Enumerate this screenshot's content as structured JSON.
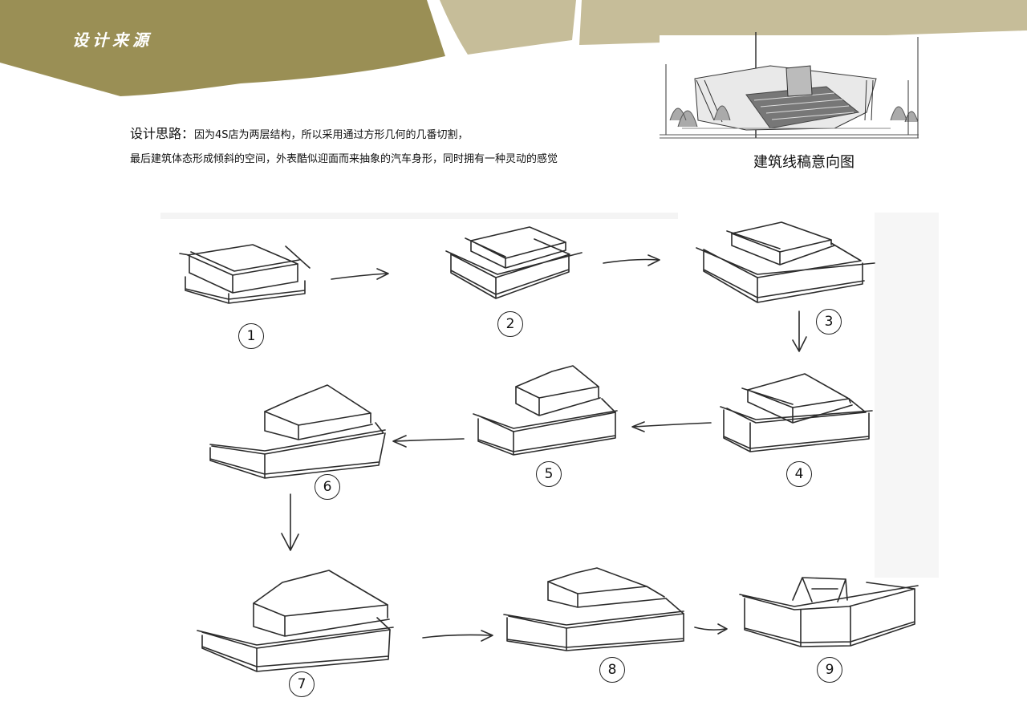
{
  "header": {
    "title": "设计来源"
  },
  "intro": {
    "lead": "设计思路：",
    "line1": "因为4S店为两层结构，所以采用通过方形几何的几番切割，",
    "line2": "最后建筑体态形成倾斜的空间，外表酷似迎面而来抽象的汽车身形，同时拥有一种灵动的感觉"
  },
  "reference": {
    "caption": "建筑线稿意向图"
  },
  "steps": [
    {
      "label": "1"
    },
    {
      "label": "2"
    },
    {
      "label": "3"
    },
    {
      "label": "4"
    },
    {
      "label": "5"
    },
    {
      "label": "6"
    },
    {
      "label": "7"
    },
    {
      "label": "8"
    },
    {
      "label": "9"
    }
  ],
  "colors": {
    "olive": "#9a8f55",
    "khaki": "#c6bd99",
    "sketch": "#2b2b2b"
  }
}
